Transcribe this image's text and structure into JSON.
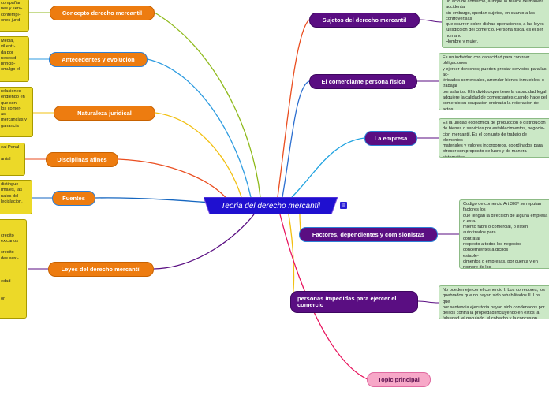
{
  "central": {
    "title": "Teoria del derecho mercantil"
  },
  "left_topics": [
    {
      "id": "concepto",
      "label": "Concepto derecho mercantil"
    },
    {
      "id": "antecedentes",
      "label": "Antecedentes y evolucion"
    },
    {
      "id": "naturaleza",
      "label": "Naturaleza juridical"
    },
    {
      "id": "disciplinas",
      "label": "Disciplinas afines"
    },
    {
      "id": "fuentes",
      "label": "Fuentes"
    },
    {
      "id": "leyes",
      "label": "Leyes del derecho mercantil"
    }
  ],
  "left_notes": [
    {
      "id": "n-concepto",
      "text": "compañar\nnes y serv-\ncontempl-\nones jurid-"
    },
    {
      "id": "n-antecedentes",
      "text": "Media,\nvil entr-\nda por\nnecesid-\nprincip-\nomulgo el"
    },
    {
      "id": "n-naturaleza",
      "text": "relaciones\nendiendo en\nque son,\nlos comer-\nas.\nmercancias y\nganancia"
    },
    {
      "id": "n-disciplinas",
      "text": "eal Penal\n\narrial"
    },
    {
      "id": "n-fuentes",
      "text": "distingue\nrmales, las\nnales del\nlegislacion,"
    },
    {
      "id": "n-leyes",
      "text": "\n\ncredito\nexicanos\n\ncredito\ndes auxi-\n\n\n\nedad\n\n\nor"
    }
  ],
  "right_topics": [
    {
      "id": "sujetos",
      "label": "Sujetos del derecho mercantil"
    },
    {
      "id": "comerciante",
      "label": "El comerciante persona fisica"
    },
    {
      "id": "empresa",
      "label": "La empresa"
    },
    {
      "id": "factores",
      "label": "Factores, dependientes y comisionistas"
    },
    {
      "id": "impedidas",
      "label": "personas impedidas para ejercer el comercio"
    }
  ],
  "right_notes": [
    {
      "id": "n-sujetos",
      "text": "un acto de comercio, aunque lo realice de manera\naccidental\nsin embargo, quedan sujetos, en cuanto a las\ncontroversias\nque ocurren sobre dichas operaciones, a las leyes\njurisdiccion del comercio. Persona fisica. es el ser\nhumano\nHombre y mujer."
    },
    {
      "id": "n-comerciante",
      "text": "Es un individuo con capacidad para contraer obligaciones\ny ejercer derechos; pueden prestar servicios para las ac-\ntividades comerciales, arrendar bienes inmuebles, o\ntrabajar\npor salarios. El individuo que tiene la capacidad legal\nadquiere la calidad de comerciantes cuando hace del\ncomercio su ocupacion ordinaria la reiteracion de actos\nmercantiles aptos para conferir la calidad de\ncomerciante."
    },
    {
      "id": "n-empresa",
      "text": "Es la unidad economica de produccion o distribucion\nde bienes o servicios por establecimientos, negocia-\ncion mercantil. Es el conjunto de trabajo de elementos\nmateriales y valores incorporeos, coordinados para\nofrecer con proposito de lucro y de manera sistematica,\nbienes o servicios."
    },
    {
      "id": "n-factores",
      "text": "Codigo de comercio Art 309º se reputan factores los\nque tengan la direccion de alguna empresa o esta-\nmiento fabril o comercial, o esten autorizados para\ncontratar\nrespecto a todos los negocios concernientes a dichos\nestable-\ncimentos o empresas, por cuenta y en nombre de los\npropietarios de los mismos.\nSe reputaran dependientes los que desempeñen\nconstantemente alguna o algunas gestiones propias del\ntrafico, en nombre y por cuenta del propietario."
    },
    {
      "id": "n-impedidas",
      "text": "No pueden ejercer el comercio I. Los corredores, los\nquebrados que no hayan sido rehabilitados II. Los que\npor sentencia ejecutoria hayan sido condenados por\ndelitos contra la propiedad incluyendo en estos la\nfalsedad, el peculado, el cohecho y la concusion."
    }
  ],
  "extra_topic": {
    "label": "Topic principal"
  },
  "colors": {
    "central": "#1f10d0",
    "orange": "#ed7c10",
    "purple": "#5a0e82",
    "blue_border": "#2c7fd6",
    "pink": "#f7a8c8",
    "note_yellow": "#ecd928",
    "note_green": "#cbe8c6"
  },
  "icons": {
    "note": "note-icon"
  }
}
